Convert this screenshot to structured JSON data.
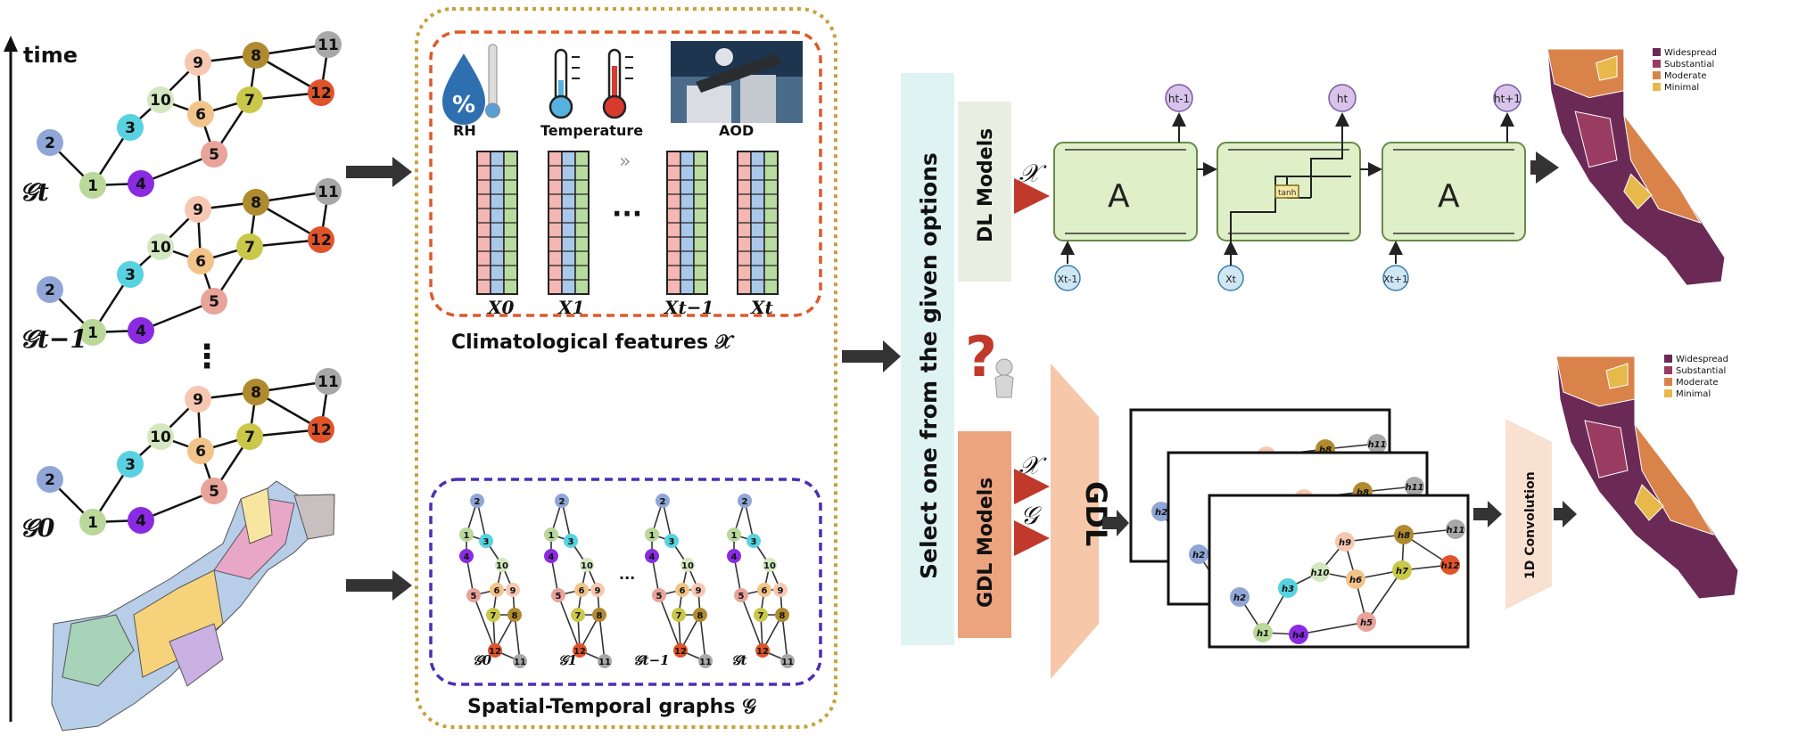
{
  "time_label": "time",
  "graph_labels": [
    "𝒢t",
    "𝒢t−1",
    "𝒢0"
  ],
  "ellipsis": "⋮",
  "node_numbers": [
    "1",
    "2",
    "3",
    "4",
    "5",
    "6",
    "7",
    "8",
    "9",
    "10",
    "11",
    "12"
  ],
  "climate": {
    "rh_label": "RH",
    "rh_percent": "%",
    "temperature_label": "Temperature",
    "aod_label": "AOD",
    "x_labels": [
      "X0",
      "X1",
      "Xt−1",
      "Xt"
    ],
    "dots": "···",
    "caption": "Climatological features 𝒳"
  },
  "spatial": {
    "g_labels": [
      "𝒢0",
      "𝒢1",
      "𝒢t−1",
      "𝒢t"
    ],
    "dots": "···",
    "caption": "Spatial-Temporal graphs 𝒢"
  },
  "select_label": "Select one from the given options",
  "dl_models_label": "DL Models",
  "gdl_models_label": "GDL Models",
  "x_symbol": "𝒳",
  "g_symbol": "𝒢",
  "lstm": {
    "cell_label": "A",
    "tanh": "tanh",
    "h_labels": [
      "ht-1",
      "ht",
      "ht+1"
    ],
    "x_labels": [
      "Xt-1",
      "Xt",
      "Xt+1"
    ]
  },
  "gdl_label": "GDL",
  "conv_label": "1D Convolution",
  "h_nodes": [
    "h1",
    "h2",
    "h3",
    "h4",
    "h5",
    "h6",
    "h7",
    "h8",
    "h9",
    "h10",
    "h11",
    "h12"
  ],
  "legend": [
    "Widespread",
    "Substantial",
    "Moderate",
    "Minimal"
  ],
  "colors": {
    "widespread": "#6b2a56",
    "substantial": "#9a3b62",
    "moderate": "#d9834a",
    "minimal": "#e6b94a",
    "node_1": "#b9d89a",
    "node_2": "#8fa6d6",
    "node_3": "#58d2e0",
    "node_4": "#8a2be2",
    "node_5": "#e8a39a",
    "node_6": "#f2c48a",
    "node_7": "#c9c84a",
    "node_8": "#b08a2e",
    "node_9": "#f6c8b2",
    "node_10": "#d3e8c0",
    "node_11": "#a8a8a8",
    "node_12": "#e0542a"
  }
}
